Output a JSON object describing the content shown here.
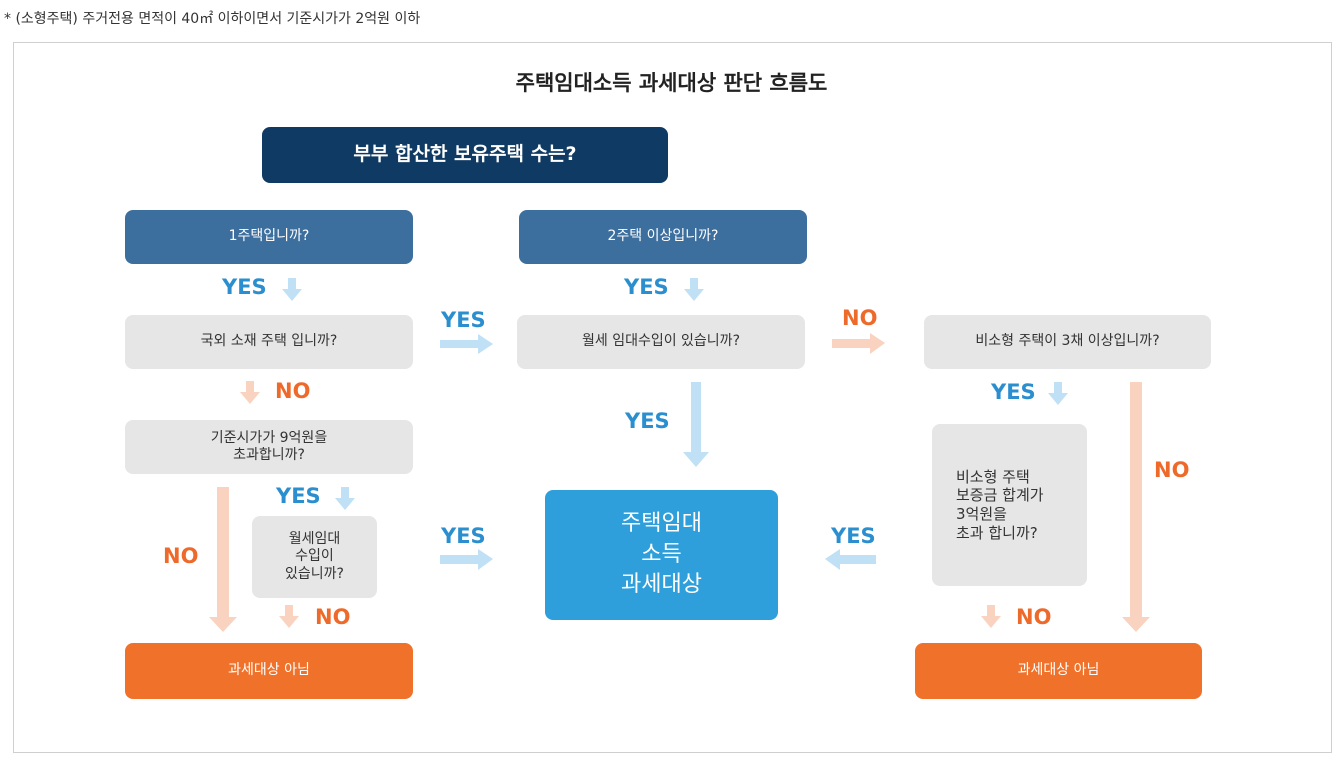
{
  "note": "* (소형주택) 주거전용 면적이 40㎡ 이하이면서 기준시가가 2억원 이하",
  "title": "주택임대소득 과세대상 판단 흐름도",
  "boxes": {
    "top": "부부 합산한 보유주택 수는?",
    "one_house": "1주택입니까?",
    "two_plus": "2주택 이상입니까?",
    "overseas": "국외 소재 주택 입니까?",
    "monthly_rent": "월세 임대수입이 있습니까?",
    "non_small": "비소형 주택이 3채 이상입니까?",
    "price_check": "기준시가가 9억원을\n초과합니까?",
    "monthly_small": "월세임대\n수입이\n있습니까?",
    "deposit_check": "비소형 주택\n보증금 합계가\n3억원을\n초과 합니까?",
    "taxable": "주택임대\n소득\n과세대상",
    "not_taxable_left": "과세대상 아님",
    "not_taxable_right": "과세대상 아님"
  },
  "labels": {
    "yes": "YES",
    "no": "NO"
  },
  "colors": {
    "navy": "#0f3a63",
    "steel": "#3c6e9e",
    "gray": "#e6e6e6",
    "orange": "#f0712a",
    "blue": "#2f9fdc",
    "yes_arrow": "#bfe0f5",
    "no_arrow": "#f9d3bf"
  }
}
